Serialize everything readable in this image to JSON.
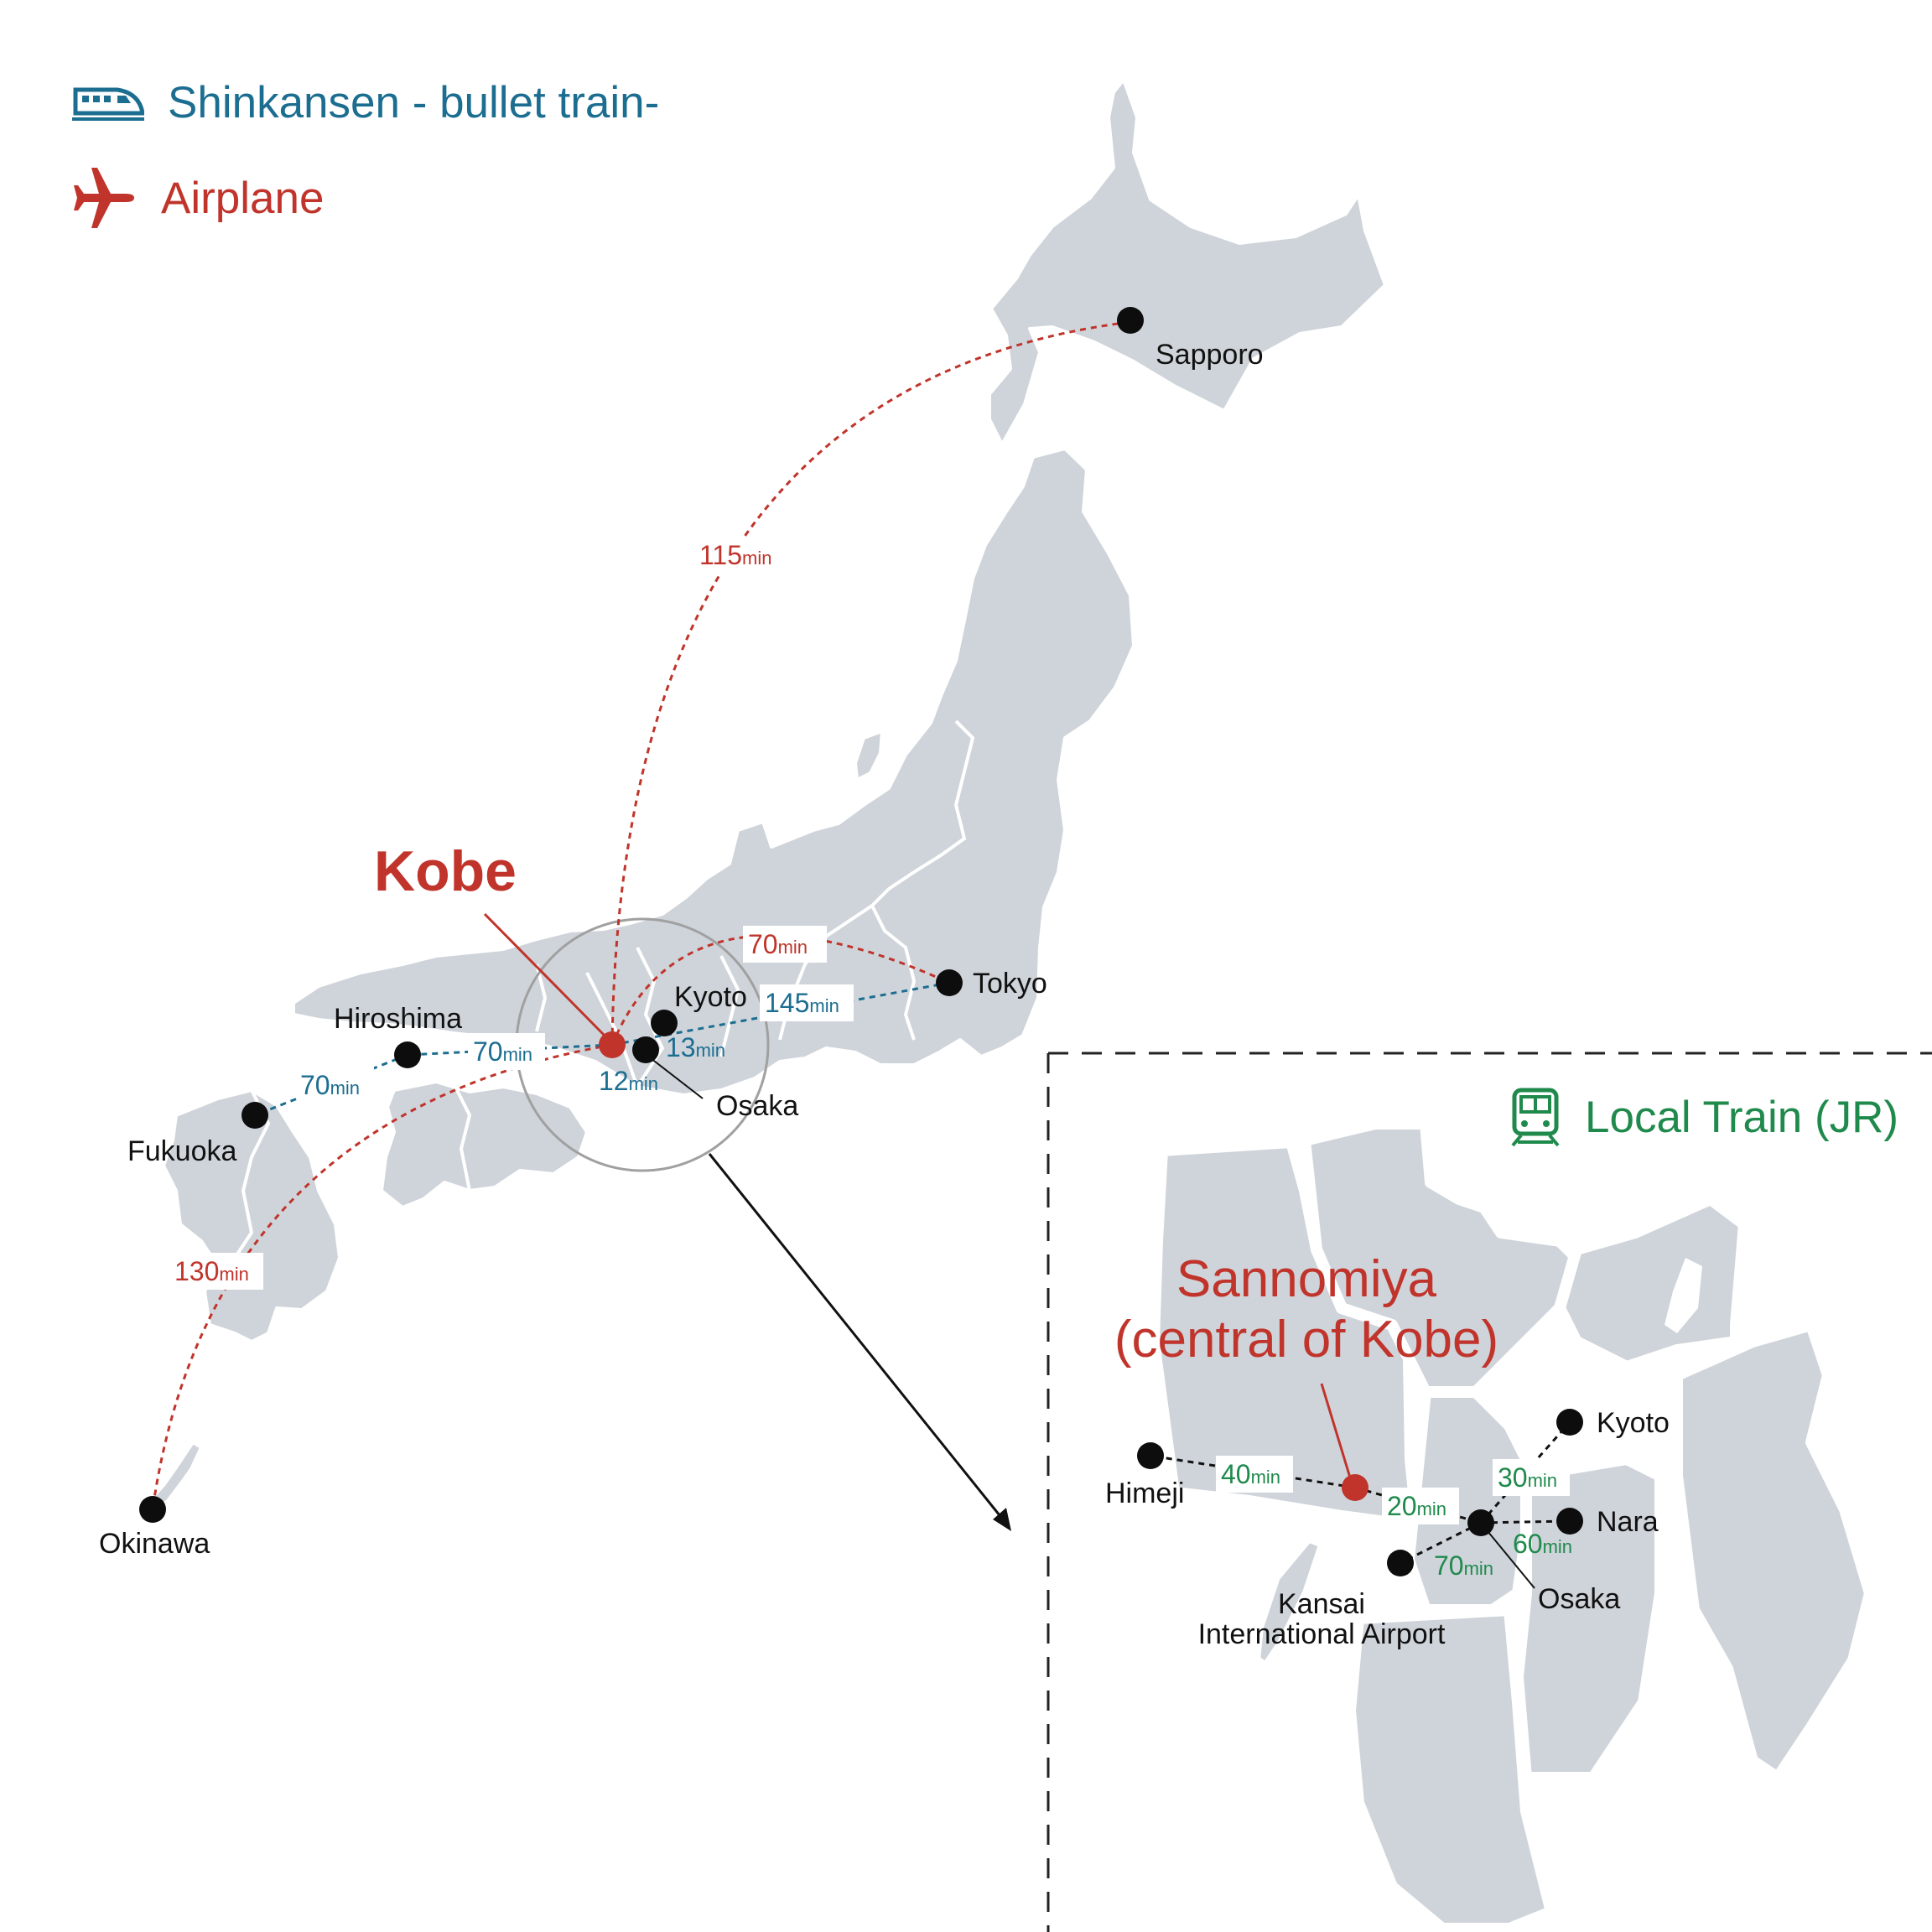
{
  "colors": {
    "land": "#cfd4da",
    "coast_line": "#ffffff",
    "shinkansen": "#1c6e91",
    "airplane": "#c0342b",
    "local_train": "#1f8a4c",
    "city_dot": "#0d0d0d",
    "kobe_dot": "#c0342b",
    "text": "#111111"
  },
  "legend": {
    "shinkansen": {
      "label": "Shinkansen - bullet train-",
      "icon": "bullet-train-icon"
    },
    "airplane": {
      "label": "Airplane",
      "icon": "airplane-icon"
    },
    "local_train": {
      "label": "Local Train (JR)",
      "icon": "local-train-icon"
    }
  },
  "japan_map": {
    "highlight": "Kobe",
    "cities": {
      "sapporo": "Sapporo",
      "tokyo": "Tokyo",
      "kyoto": "Kyoto",
      "osaka": "Osaka",
      "hiroshima": "Hiroshima",
      "fukuoka": "Fukuoka",
      "okinawa": "Okinawa"
    },
    "airplane_routes": [
      {
        "to": "Sapporo",
        "minutes": "115"
      },
      {
        "to": "Tokyo",
        "minutes": "70"
      },
      {
        "to": "Okinawa",
        "minutes": "130"
      }
    ],
    "shinkansen_routes": [
      {
        "to": "Tokyo",
        "minutes": "145"
      },
      {
        "to": "Kyoto",
        "minutes": "13"
      },
      {
        "to": "Osaka",
        "minutes": "12"
      },
      {
        "to": "Hiroshima",
        "minutes": "70"
      },
      {
        "from": "Hiroshima",
        "to": "Fukuoka",
        "minutes": "70"
      }
    ],
    "unit": "min"
  },
  "kansai_map": {
    "highlight_line1": "Sannomiya",
    "highlight_line2": "(central of Kobe)",
    "cities": {
      "himeji": "Himeji",
      "kyoto": "Kyoto",
      "nara": "Nara",
      "osaka": "Osaka",
      "kix_line1": "Kansai",
      "kix_line2": "International Airport"
    },
    "local_routes": [
      {
        "from": "Sannomiya",
        "to": "Himeji",
        "minutes": "40"
      },
      {
        "from": "Sannomiya",
        "to": "Osaka",
        "minutes": "20"
      },
      {
        "from": "Osaka",
        "to": "Kyoto",
        "minutes": "30"
      },
      {
        "from": "Osaka",
        "to": "Nara",
        "minutes": "60"
      },
      {
        "from": "Osaka",
        "to": "Kansai International Airport",
        "minutes": "70"
      }
    ],
    "unit": "min"
  }
}
